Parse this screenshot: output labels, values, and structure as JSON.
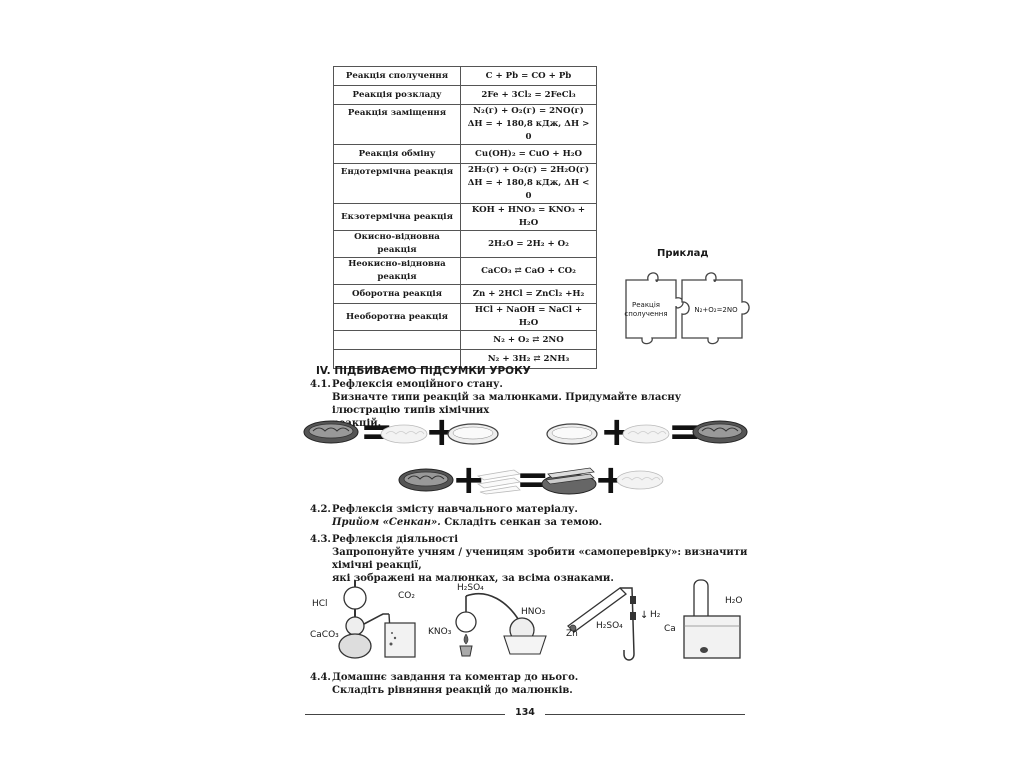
{
  "table": {
    "rows": [
      {
        "name": "Реакція сполучення",
        "eq": [
          "C + Pb = CO + Pb"
        ]
      },
      {
        "name": "Реакція розкладу",
        "eq": [
          "2Fe + 3Cl₂ = 2FeCl₃"
        ]
      },
      {
        "name": "Реакція заміщення",
        "eq": [
          "N₂(г) + O₂(г) = 2NO(г)",
          "ΔH = + 180,8 кДж, ΔH > 0"
        ]
      },
      {
        "name": "Реакція обміну",
        "eq": [
          "Cu(OH)₂ = CuO + H₂O"
        ]
      },
      {
        "name": "Ендотермічна реакція",
        "eq": [
          "2H₂(г) + O₂(г) = 2H₂O(г)",
          "ΔH = + 180,8 кДж, ΔH < 0"
        ]
      },
      {
        "name": "Екзотермічна реакція",
        "eq": [
          "KOH + HNO₃ = KNO₃ + H₂O"
        ]
      },
      {
        "name": "Окисно-відновна реакція",
        "eq": [
          "2H₂O = 2H₂ + O₂"
        ]
      },
      {
        "name": "Неокисно-відновна реакція",
        "eq": [
          "CaCO₃ ⇄ CaO + CO₂"
        ]
      },
      {
        "name": "Оборотна реакція",
        "eq": [
          "Zn + 2HCl = ZnCl₂ +H₂"
        ]
      },
      {
        "name": "Необоротна реакція",
        "eq": [
          "HCl + NaOH = NaCl + H₂O"
        ]
      },
      {
        "name": "",
        "eq": [
          "N₂ + O₂ ⇄ 2NO"
        ]
      },
      {
        "name": "",
        "eq": [
          "N₂ + 3H₂ ⇄ 2NH₃"
        ]
      }
    ]
  },
  "example": {
    "title": "Приклад",
    "piece1": "Реакція сполучення",
    "piece2": "N₂+O₂=2NO"
  },
  "section": {
    "title": "IV.  ПІДБИВАЄМО ПІДСУМКИ УРОКУ"
  },
  "s41": {
    "num": "4.1.",
    "title": "Рефлексія емоційного стану.",
    "text1": "Визначте типи реакцій за малюнками. Придумайте власну ілюстрацію типів хімічних",
    "text2": "реакцій."
  },
  "s42": {
    "num": "4.2.",
    "title": "Рефлексія змісту навчального матеріалу.",
    "italic": "Прийом «Сенкан».",
    "text": " Складіть сенкан за темою."
  },
  "s43": {
    "num": "4.3.",
    "title": "Рефлексія діяльності",
    "text1": "Запропонуйте учням / ученицям зробити «самоперевірку»: визначити хімічні реакції,",
    "text2": "які зображені на малюнках, за всіма ознаками."
  },
  "s44": {
    "num": "4.4.",
    "title": "Домашнє завдання та коментар до нього.",
    "text": "Складіть рівняння реакцій до малюнків."
  },
  "labels": {
    "hcl": "HCl",
    "co2": "CO₂",
    "caco3": "CaCO₃",
    "h2so4a": "H₂SO₄",
    "hno3": "HNO₃",
    "kno3": "KNO₃",
    "zn": "Zn",
    "h2so4b": "H₂SO₄",
    "h2": "H₂",
    "h2o": "H₂O",
    "ca": "Ca"
  },
  "symbols": {
    "eq": "=",
    "plus": "+"
  },
  "page_number": "134"
}
